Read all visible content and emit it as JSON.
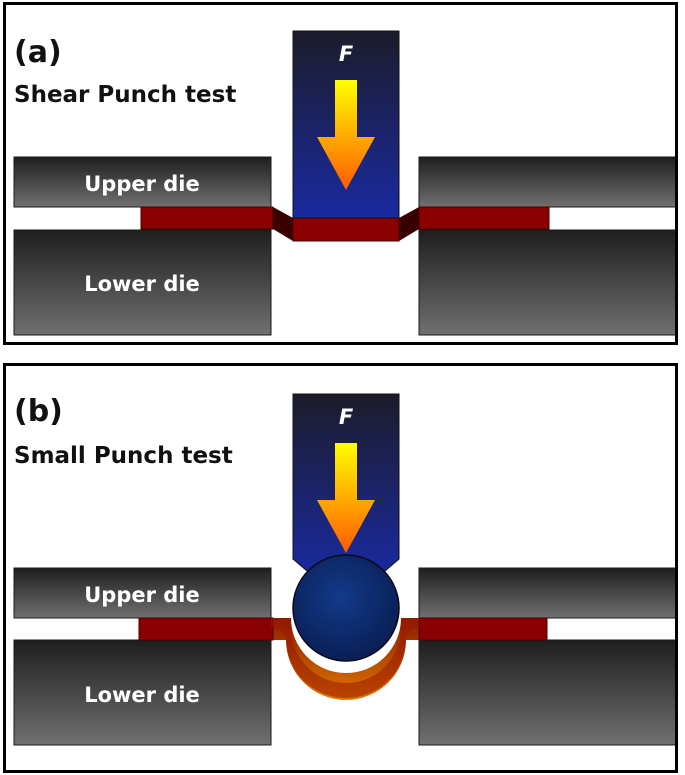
{
  "panel_a": {
    "letter": "(a)",
    "title": "Shear Punch test",
    "force_label": "F",
    "upper_die_label": "Upper die",
    "lower_die_label": "Lower die"
  },
  "panel_b": {
    "letter": "(b)",
    "title": "Small Punch test",
    "force_label": "F",
    "upper_die_label": "Upper die",
    "lower_die_label": "Lower die"
  },
  "colors": {
    "border": "#000000",
    "die_dark": "#1e1e1e",
    "die_light": "#6e6e6e",
    "punch_dark": "#1a1a2e",
    "punch_blue": "#1c2b8c",
    "specimen_red": "#8b0000",
    "arrow_yellow": "#ffff00",
    "arrow_orange": "#ff5a00",
    "ball_blue": "#0d2a6e",
    "cup_orange": "#d46a00"
  }
}
